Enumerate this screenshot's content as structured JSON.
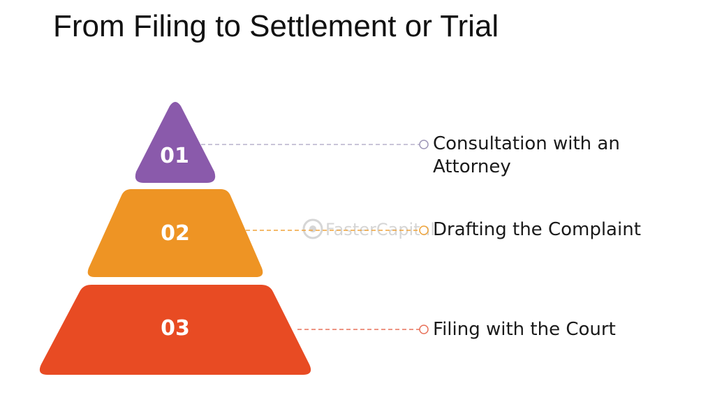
{
  "title": "From Filing to Settlement or Trial",
  "watermark": "FasterCapital",
  "colors": {
    "level1": "#8a5aab",
    "level2": "#ee9424",
    "level3": "#e84b23",
    "connector1": "#b7b0cc",
    "connector2": "#f0a43a",
    "connector3": "#e8725a"
  },
  "steps": [
    {
      "number": "01",
      "label_line1": "Consultation with an",
      "label_line2": "Attorney"
    },
    {
      "number": "02",
      "label_line1": "Drafting the Complaint"
    },
    {
      "number": "03",
      "label_line1": "Filing with the Court"
    }
  ]
}
